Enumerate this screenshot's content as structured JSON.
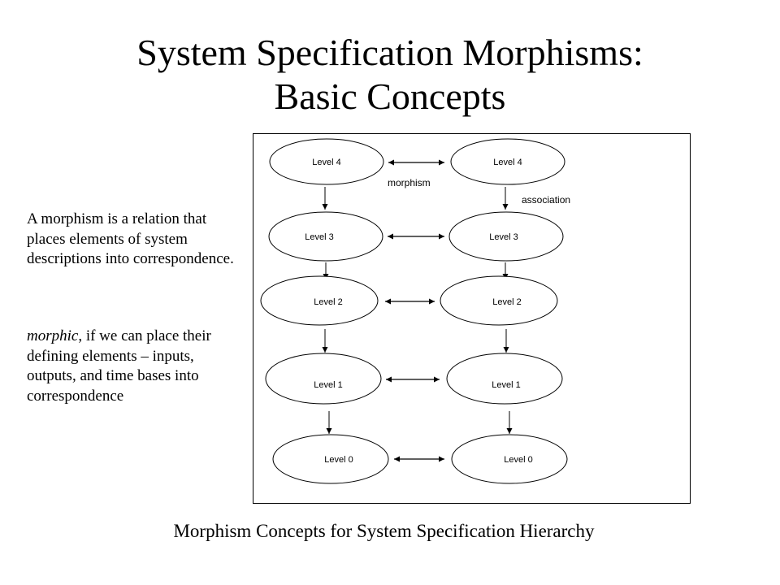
{
  "title": {
    "line1": "System Specification Morphisms:",
    "line2": "Basic Concepts"
  },
  "description": {
    "paragraph1": "A morphism is a relation that places elements of system descriptions into correspondence.",
    "paragraph2_italic": "morphic",
    "paragraph2_rest": ", if we can place their defining elements – inputs, outputs, and time bases into correspondence"
  },
  "diagram": {
    "left_column": [
      "Level 4",
      "Level 3",
      "Level 2",
      "Level 1",
      "Level 0"
    ],
    "right_column": [
      "Level 4",
      "Level 3",
      "Level 2",
      "Level 1",
      "Level 0"
    ],
    "horizontal_relation_label": "morphism",
    "vertical_relation_label": "association"
  },
  "caption": "Morphism Concepts for System Specification Hierarchy"
}
